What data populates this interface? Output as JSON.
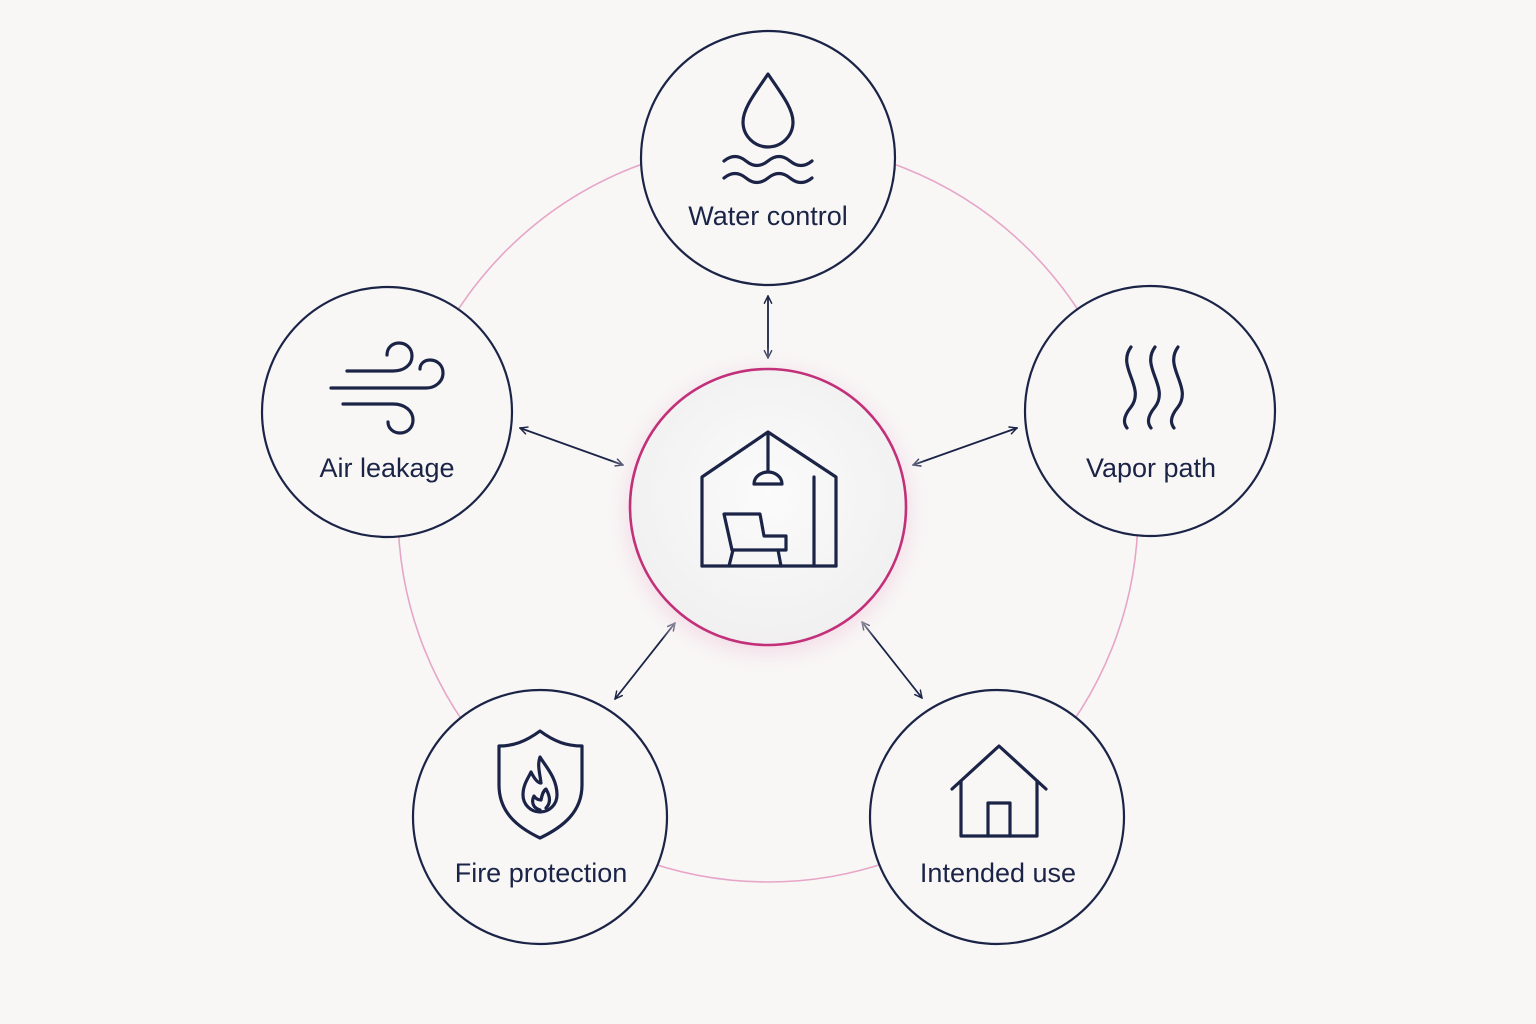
{
  "diagram": {
    "center": {
      "icon": "building-interior-icon",
      "accent_color": "#c2307a"
    },
    "ring_color": "#e7a6c7",
    "line_color": "#1b2447",
    "nodes": [
      {
        "id": "water-control",
        "label": "Water control",
        "icon": "water-drop-waves-icon"
      },
      {
        "id": "vapor-path",
        "label": "Vapor path",
        "icon": "vapor-waves-icon"
      },
      {
        "id": "intended-use",
        "label": "Intended use",
        "icon": "house-icon"
      },
      {
        "id": "fire-protection",
        "label": "Fire protection",
        "icon": "shield-flame-icon"
      },
      {
        "id": "air-leakage",
        "label": "Air leakage",
        "icon": "wind-icon"
      }
    ],
    "connections": "bidirectional"
  }
}
